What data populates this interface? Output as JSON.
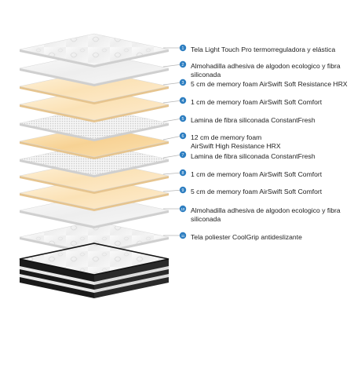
{
  "colors": {
    "accent": "#2f7fc1",
    "white_layer": "#f1f1f1",
    "foam_layer": "#fbe0b0",
    "fiber_layer": "#e9e9e9"
  },
  "layers": [
    {
      "num": "1",
      "material": "white-fabric",
      "line1": "Tela Light Touch Pro termorreguladora y elástica",
      "line2": ""
    },
    {
      "num": "2",
      "material": "white-pad",
      "line1": "Almohadilla adhesiva de algodon ecologico y fibra",
      "line2": "siliconada"
    },
    {
      "num": "3",
      "material": "foam",
      "line1": "5 cm de memory foam AirSwift Soft Resistance HRX",
      "line2": ""
    },
    {
      "num": "4",
      "material": "foam",
      "line1": "1 cm de memory foam AirSwift Soft Comfort",
      "line2": ""
    },
    {
      "num": "5",
      "material": "fiber",
      "line1": "Lamina de fibra siliconada ConstantFresh",
      "line2": ""
    },
    {
      "num": "6",
      "material": "foam-strong",
      "line1": "12 cm de memory foam",
      "line2": "AirSwift High Resistance HRX"
    },
    {
      "num": "7",
      "material": "fiber",
      "line1": "Lamina de fibra siliconada ConstantFresh",
      "line2": ""
    },
    {
      "num": "8",
      "material": "foam",
      "line1": "1 cm de memory foam AirSwift Soft Comfort",
      "line2": ""
    },
    {
      "num": "9",
      "material": "foam",
      "line1": "5 cm de memory foam AirSwift Soft Comfort",
      "line2": ""
    },
    {
      "num": "10",
      "material": "white-pad",
      "line1": "Almohadilla adhesiva de algodon ecologico y fibra",
      "line2": "siliconada"
    },
    {
      "num": "11",
      "material": "white-fabric",
      "line1": "Tela poliester CoolGrip antideslizante",
      "line2": ""
    }
  ]
}
